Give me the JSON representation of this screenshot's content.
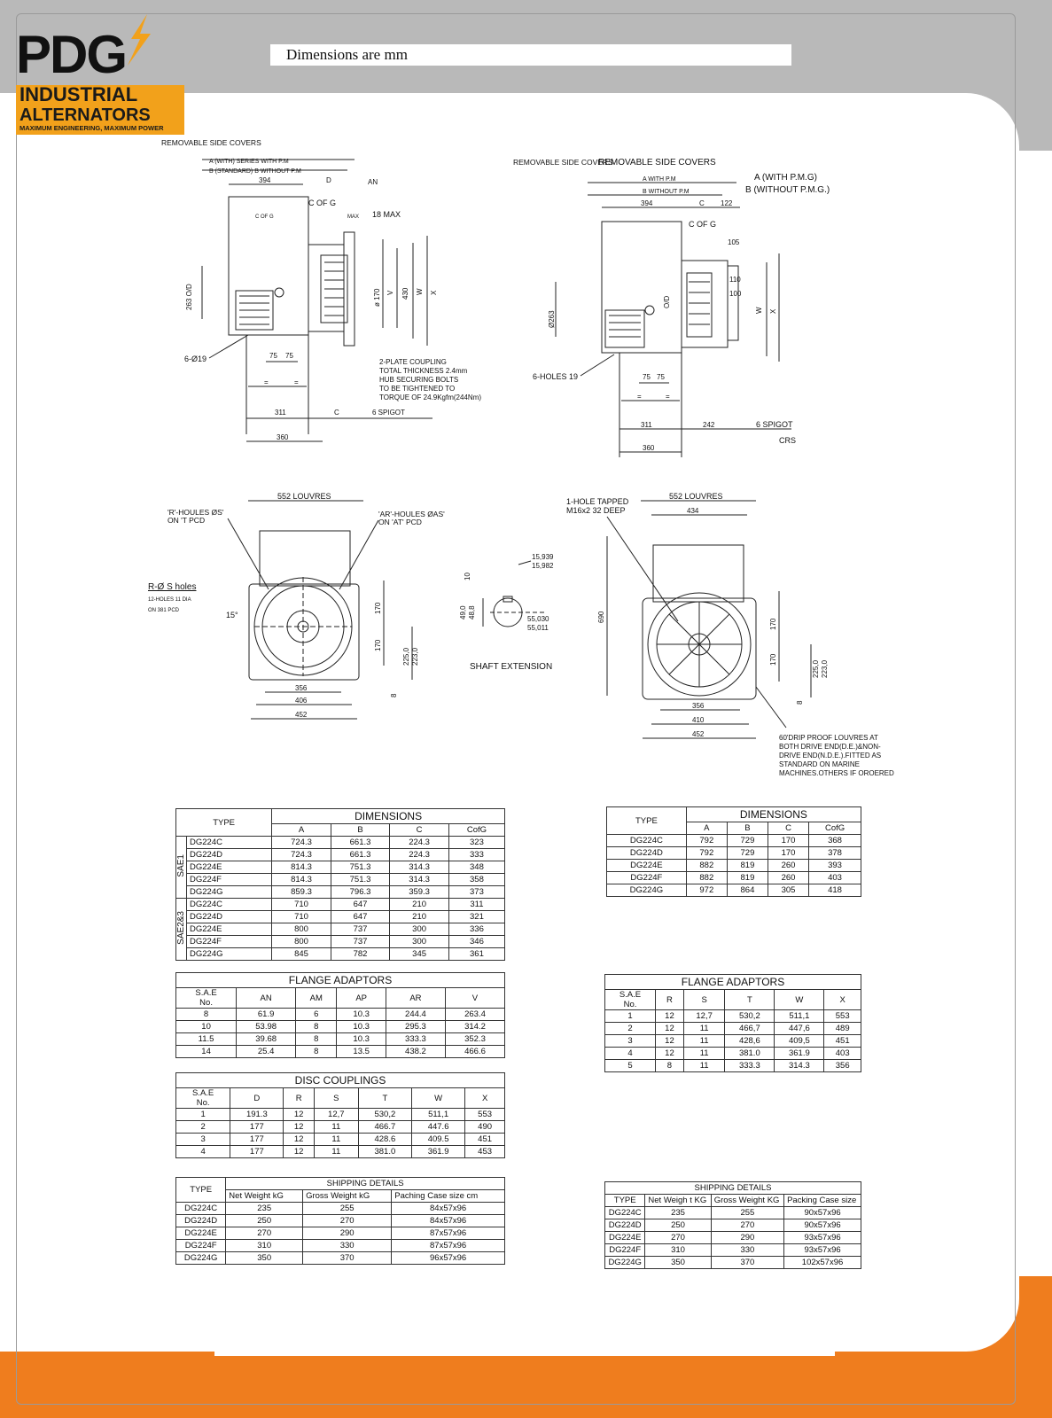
{
  "header": {
    "banner_text": "Dimensions are mm"
  },
  "logo": {
    "brand": "PDG",
    "line1": "INDUSTRIAL",
    "line2": "ALTERNATORS",
    "tagline": "MAXIMUM ENGINEERING, MAXIMUM POWER"
  },
  "colors": {
    "orange": "#ef7d1e",
    "grey": "#b9b9b9",
    "logo_yellow": "#f2a11b"
  },
  "drawing1": {
    "removable": "REMOVABLE SIDE COVERS",
    "a_with": "A (WITH) SERIES WITH P.M",
    "b_without": "B (STANDARD) B WITHOUT P.M",
    "d394": "394",
    "d": "D",
    "an": "AN",
    "cofg": "C OF G",
    "max": "MAX",
    "max18": "18 MAX",
    "cofg_small": "C OF G",
    "od263": "263 O/D",
    "phi170": "ø 170",
    "v": "V",
    "d430": "430",
    "w": "W",
    "x": "X",
    "holes": "6-Ø19",
    "d75a": "75",
    "d75b": "75",
    "eq1": "=",
    "eq2": "=",
    "coupling1": "2-PLATE COUPLING",
    "coupling2": "TOTAL THICKNESS 2.4mm",
    "coupling3": "HUB SECURING BOLTS",
    "coupling4": "TO BE TIGHTENED TO",
    "coupling5": "TORQUE OF 24.9Kgfm(244Nm)",
    "d311": "311",
    "c": "C",
    "spigot": "6 SPIGOT",
    "d360": "360"
  },
  "drawing2": {
    "removable": "REMOVABLE SIDE COVERS",
    "removable2": "REMOVABLE SIDE COVERS",
    "a_with": "A WITH P.M",
    "b_without": "B WITHOUT P.M",
    "a_pmg": "A (WITH P.M.G)",
    "b_pmg": "B (WITHOUT P.M.G.)",
    "d394": "394",
    "c": "C",
    "d122": "122",
    "cofg": "C OF G",
    "d105": "105",
    "d110": "110",
    "d100": "100",
    "od": "O/D",
    "d263": "Ø263",
    "w": "W",
    "x": "X",
    "holes": "6-HOLES 19",
    "d75a": "75",
    "d75b": "75",
    "eq1": "=",
    "eq2": "=",
    "d311": "311",
    "d242": "242",
    "spigot": "6 SPIGOT",
    "crs": "CRS",
    "d360": "360"
  },
  "drawing3": {
    "louvres": "552 LOUVRES",
    "r_holes": "'R'-HOULES ØS'",
    "on_t": "ON 'T PCD",
    "ar_holes": "'AR'-HOULES ØAS'",
    "on_at": "ON 'AT' PCD",
    "rs_holes": "R-Ø S holes",
    "holes12": "12-HOLES 11 DIA",
    "on381": "ON 381 PCD",
    "deg15": "15°",
    "d170a": "170",
    "d170b": "170",
    "d225": "225,0",
    "d223": "223,0",
    "d8": "8",
    "d356": "356",
    "d406": "406",
    "d452": "452"
  },
  "shaft": {
    "d15939": "15,939",
    "d15982": "15,982",
    "d10": "10",
    "d490": "49,0",
    "d488": "48,8",
    "d55030": "55,030",
    "d55011": "55,011",
    "label": "SHAFT EXTENSION"
  },
  "drawing4": {
    "tapped1": "1-HOLE TAPPED",
    "tapped2": "M16x2 32 DEEP",
    "louvres": "552 LOUVRES",
    "d434": "434",
    "d690": "690",
    "d170a": "170",
    "d170b": "170",
    "d225": "225,0",
    "d223": "223,0",
    "d8": "8",
    "d356": "356",
    "d410": "410",
    "d452": "452",
    "note1": "60'DRIP PROOF LOUVRES AT",
    "note2": "BOTH DRIVE END(D.E.)&NON-",
    "note3": "DRIVE END(N.D.E.).FITTED AS",
    "note4": "STANDARD ON MARINE",
    "note5": "MACHINES.OTHERS IF OROERED"
  },
  "dims_left": {
    "title": "DIMENSIONS",
    "type": "TYPE",
    "cols": [
      "A",
      "B",
      "C",
      "CofG"
    ],
    "group1": "SAE1",
    "group2": "SAE2&3",
    "rows": [
      [
        "DG224C",
        "724.3",
        "661.3",
        "224.3",
        "323"
      ],
      [
        "DG224D",
        "724.3",
        "661.3",
        "224.3",
        "333"
      ],
      [
        "DG224E",
        "814.3",
        "751.3",
        "314.3",
        "348"
      ],
      [
        "DG224F",
        "814.3",
        "751.3",
        "314.3",
        "358"
      ],
      [
        "DG224G",
        "859.3",
        "796.3",
        "359.3",
        "373"
      ],
      [
        "DG224C",
        "710",
        "647",
        "210",
        "311"
      ],
      [
        "DG224D",
        "710",
        "647",
        "210",
        "321"
      ],
      [
        "DG224E",
        "800",
        "737",
        "300",
        "336"
      ],
      [
        "DG224F",
        "800",
        "737",
        "300",
        "346"
      ],
      [
        "DG224G",
        "845",
        "782",
        "345",
        "361"
      ]
    ]
  },
  "dims_right": {
    "title": "DIMENSIONS",
    "type": "TYPE",
    "cols": [
      "A",
      "B",
      "C",
      "CofG"
    ],
    "rows": [
      [
        "DG224C",
        "792",
        "729",
        "170",
        "368"
      ],
      [
        "DG224D",
        "792",
        "729",
        "170",
        "378"
      ],
      [
        "DG224E",
        "882",
        "819",
        "260",
        "393"
      ],
      [
        "DG224F",
        "882",
        "819",
        "260",
        "403"
      ],
      [
        "DG224G",
        "972",
        "864",
        "305",
        "418"
      ]
    ]
  },
  "flange_left": {
    "title": "FLANGE ADAPTORS",
    "sae": "S.A.E",
    "no": "No.",
    "cols": [
      "AN",
      "AM",
      "AP",
      "AR",
      "V"
    ],
    "rows": [
      [
        "8",
        "61.9",
        "6",
        "10.3",
        "244.4",
        "263.4"
      ],
      [
        "10",
        "53.98",
        "8",
        "10.3",
        "295.3",
        "314.2"
      ],
      [
        "11.5",
        "39.68",
        "8",
        "10.3",
        "333.3",
        "352.3"
      ],
      [
        "14",
        "25.4",
        "8",
        "13.5",
        "438.2",
        "466.6"
      ]
    ]
  },
  "flange_right": {
    "title": "FLANGE ADAPTORS",
    "sae": "S.A.E",
    "no": "No.",
    "cols": [
      "R",
      "S",
      "T",
      "W",
      "X"
    ],
    "rows": [
      [
        "1",
        "12",
        "12,7",
        "530,2",
        "511,1",
        "553"
      ],
      [
        "2",
        "12",
        "11",
        "466,7",
        "447,6",
        "489"
      ],
      [
        "3",
        "12",
        "11",
        "428,6",
        "409,5",
        "451"
      ],
      [
        "4",
        "12",
        "11",
        "381.0",
        "361.9",
        "403"
      ],
      [
        "5",
        "8",
        "11",
        "333.3",
        "314.3",
        "356"
      ]
    ]
  },
  "disc": {
    "title": "DISC COUPLINGS",
    "sae": "S.A.E",
    "no": "No.",
    "cols": [
      "D",
      "R",
      "S",
      "T",
      "W",
      "X"
    ],
    "rows": [
      [
        "1",
        "191.3",
        "12",
        "12,7",
        "530,2",
        "511,1",
        "553"
      ],
      [
        "2",
        "177",
        "12",
        "11",
        "466.7",
        "447.6",
        "490"
      ],
      [
        "3",
        "177",
        "12",
        "11",
        "428.6",
        "409.5",
        "451"
      ],
      [
        "4",
        "177",
        "12",
        "11",
        "381.0",
        "361.9",
        "453"
      ]
    ]
  },
  "ship_left": {
    "title": "SHIPPING DETAILS",
    "type": "TYPE",
    "cols": [
      "Net Weight kG",
      "Gross Weight kG",
      "Paching Case size cm"
    ],
    "rows": [
      [
        "DG224C",
        "235",
        "255",
        "84x57x96"
      ],
      [
        "DG224D",
        "250",
        "270",
        "84x57x96"
      ],
      [
        "DG224E",
        "270",
        "290",
        "87x57x96"
      ],
      [
        "DG224F",
        "310",
        "330",
        "87x57x96"
      ],
      [
        "DG224G",
        "350",
        "370",
        "96x57x96"
      ]
    ]
  },
  "ship_right": {
    "title": "SHIPPING DETAILS",
    "cols": [
      "TYPE",
      "Net Weigh t KG",
      "Gross Weight KG",
      "Packing Case size"
    ],
    "rows": [
      [
        "DG224C",
        "235",
        "255",
        "90x57x96"
      ],
      [
        "DG224D",
        "250",
        "270",
        "90x57x96"
      ],
      [
        "DG224E",
        "270",
        "290",
        "93x57x96"
      ],
      [
        "DG224F",
        "310",
        "330",
        "93x57x96"
      ],
      [
        "DG224G",
        "350",
        "370",
        "102x57x96"
      ]
    ]
  }
}
